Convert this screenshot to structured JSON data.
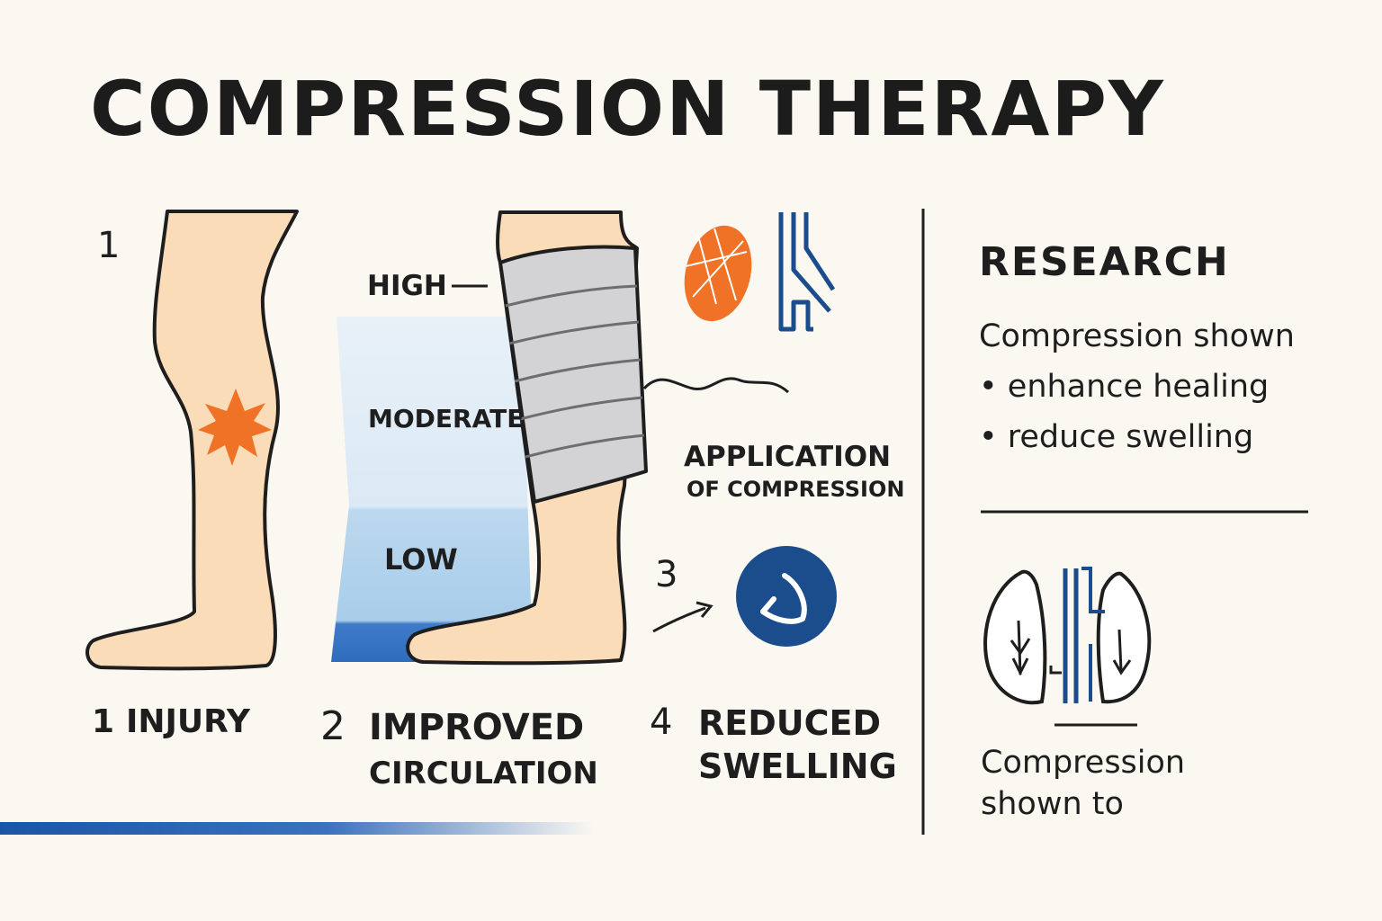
{
  "title": "COMPRESSION THERAPY",
  "panel_left": {
    "step_number": "1",
    "pressure_levels": {
      "high": "HIGH",
      "moderate": "MODERATE",
      "low": "LOW"
    },
    "application_label": {
      "line1": "APPLICATION",
      "line2": "OF COMPRESSION"
    },
    "step3_number": "3",
    "captions": [
      {
        "number": "1",
        "line1": "INJURY",
        "line2": ""
      },
      {
        "number": "2",
        "line1": "IMPROVED",
        "line2": "CIRCULATION"
      },
      {
        "number": "4",
        "line1": "REDUCED",
        "line2": "SWELLING"
      }
    ]
  },
  "research": {
    "heading": "RESEARCH",
    "intro": "Compression shown",
    "bullets": [
      "enhance healing",
      "reduce swelling"
    ],
    "footer_line1": "Compression",
    "footer_line2": "shown to"
  },
  "colors": {
    "skin": "#fbdcb8",
    "outline": "#1e1e1e",
    "injury_star": "#f07227",
    "bandage": "#d3d3d5",
    "navy": "#1b4d8c",
    "gradient_top": "#e7f0f8",
    "gradient_bottom": "#2f6fbf"
  },
  "icons": [
    "injury-star-icon",
    "muscle-fiber-icon",
    "vein-icon",
    "wave-squiggle-icon",
    "arrow-icon",
    "healing-badge-icon",
    "tissue-lung-icon"
  ]
}
